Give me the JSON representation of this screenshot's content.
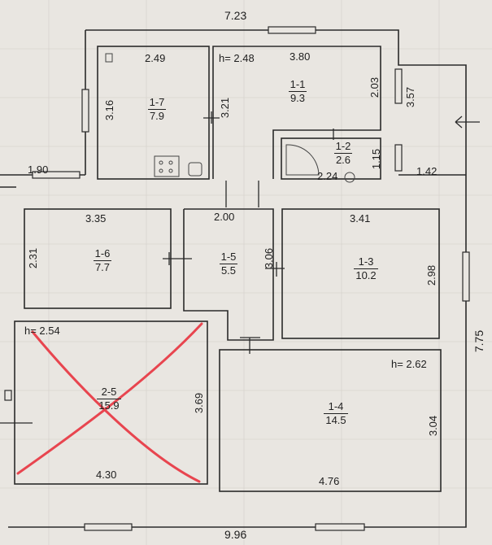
{
  "plan": {
    "outer_dims": {
      "top_width": "7.23",
      "bottom_width": "9.96",
      "right_height": "7.75",
      "left_step": "1.90",
      "right_step": "1.42",
      "right_upper": "3.57"
    },
    "rooms": [
      {
        "id": "1-7",
        "area": "7.9",
        "dims": [
          "2.49",
          "3.16"
        ]
      },
      {
        "id": "1-1",
        "area": "9.3",
        "dims": [
          "3.80",
          "3.21",
          "2.03"
        ],
        "height": "h= 2.48"
      },
      {
        "id": "1-2",
        "area": "2.6",
        "dims": [
          "2.24",
          "1.15"
        ]
      },
      {
        "id": "1-6",
        "area": "7.7",
        "dims": [
          "3.35",
          "2.31"
        ]
      },
      {
        "id": "1-5",
        "area": "5.5",
        "dims": [
          "2.00",
          "3.06"
        ]
      },
      {
        "id": "1-3",
        "area": "10.2",
        "dims": [
          "3.41",
          "2.98"
        ]
      },
      {
        "id": "2-5",
        "area": "15.9",
        "dims": [
          "4.30",
          "3.69"
        ],
        "height": "h= 2.54",
        "crossed_out": true
      },
      {
        "id": "1-4",
        "area": "14.5",
        "dims": [
          "4.76",
          "3.04"
        ],
        "height": "h= 2.62"
      }
    ],
    "cross_color": "#e8454f",
    "line_color": "#2a2a2a"
  }
}
